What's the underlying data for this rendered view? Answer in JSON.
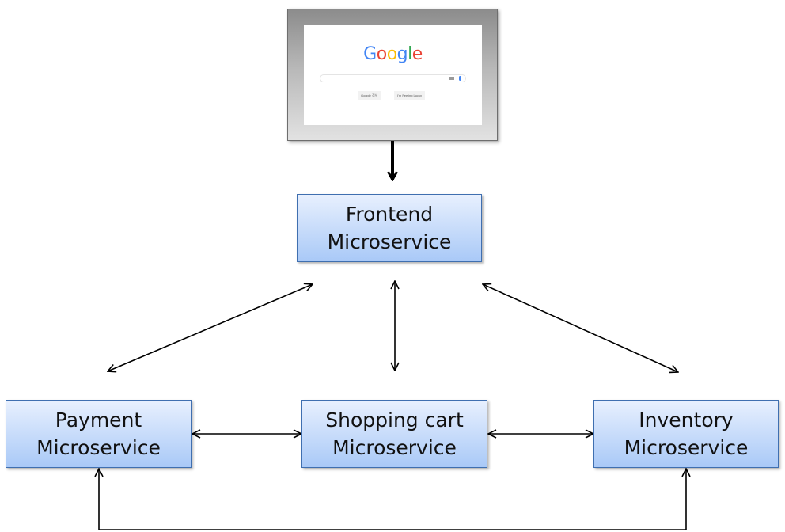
{
  "browser": {
    "logo_letters": [
      {
        "char": "G",
        "color": "#4285F4"
      },
      {
        "char": "o",
        "color": "#EA4335"
      },
      {
        "char": "o",
        "color": "#FBBC05"
      },
      {
        "char": "g",
        "color": "#4285F4"
      },
      {
        "char": "l",
        "color": "#34A853"
      },
      {
        "char": "e",
        "color": "#EA4335"
      }
    ],
    "search_button": "Google 검색",
    "lucky_button": "I'm Feeling Lucky"
  },
  "nodes": {
    "frontend": {
      "line1": "Frontend",
      "line2": "Microservice"
    },
    "payment": {
      "line1": "Payment",
      "line2": "Microservice"
    },
    "cart": {
      "line1": "Shopping cart",
      "line2": "Microservice"
    },
    "inventory": {
      "line1": "Inventory",
      "line2": "Microservice"
    }
  },
  "colors": {
    "box_border": "#3f6fb0",
    "box_fill_top": "#e8f0fe",
    "box_fill_bottom": "#a9c9f7",
    "arrow": "#000000"
  }
}
